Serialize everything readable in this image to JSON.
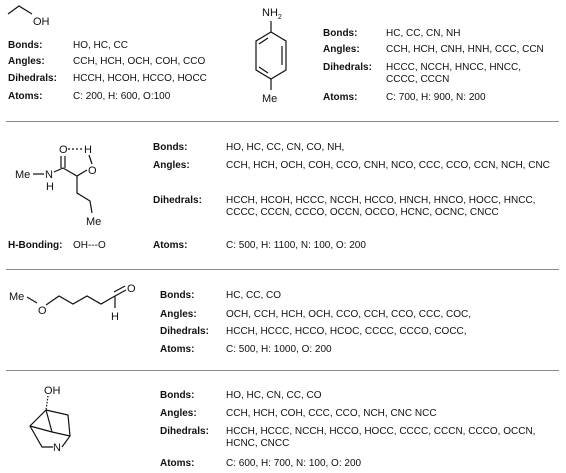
{
  "labels": {
    "bonds": "Bonds:",
    "angles": "Angles:",
    "dihedrals": "Dihedrals:",
    "atoms": "Atoms:",
    "h_bonding": "H-Bonding:"
  },
  "molecules": [
    {
      "structure_text": {
        "oh": "OH"
      },
      "bonds": "HO, HC, CC",
      "angles": "CCH, HCH, OCH, COH, CCO",
      "dihedrals": "HCCH, HCOH, HCCO, HOCC",
      "atoms": "C: 200, H: 600, O:100"
    },
    {
      "structure_text": {
        "nh2": "NH",
        "nh2_sub": "2",
        "me": "Me"
      },
      "bonds": "HC, CC, CN, NH",
      "angles": "CCH, HCH, CNH, HNH, CCC, CCN",
      "dihedrals": "HCCC, NCCH, HNCC, HNCC, CCCC, CCCN",
      "atoms": "C: 700, H: 900, N: 200"
    },
    {
      "structure_text": {
        "o1": "O",
        "h": "H",
        "o2": "O",
        "me_left": "Me",
        "n": "N",
        "h_n": "H",
        "me_right": "Me"
      },
      "bonds": "HO, HC, CC, CN, CO, NH,",
      "angles": "CCH, HCH, OCH, COH, CCO, CNH, NCO, CCC, CCO, CCN, NCH, CNC",
      "dihedrals": "HCCH, HCOH, HCCC, NCCH, HCCO, HNCH, HNCO, HOCC, HNCC, CCCC, CCCN, CCCO, OCCN, OCCO, HCNC, OCNC, CNCC",
      "h_bonding": "OH---O",
      "atoms": "C: 500, H: 1100, N: 100, O: 200"
    },
    {
      "structure_text": {
        "me": "Me",
        "o_ether": "O",
        "o_carbonyl": "O",
        "h": "H"
      },
      "bonds": "HC, CC, CO",
      "angles": "OCH, CCH, HCH, OCH, CCO, CCH, CCO, CCC, COC,",
      "dihedrals": "HCCH, HCCC, HCCO, HCOC, CCCC, CCCO, COCC,",
      "atoms": "C: 500, H: 1000, O: 200"
    },
    {
      "structure_text": {
        "oh": "OH",
        "n": "N"
      },
      "bonds": "HO, HC, CN, CC, CO",
      "angles": "CCH, HCH, COH, CCC, CCO, NCH, CNC NCC",
      "dihedrals": "HCCH, HCCC, NCCH, HCCO, HOCC, CCCC, CCCN, CCCO, OCCN, HCNC, CNCC",
      "atoms": "C: 600, H: 700, N: 100, O: 200"
    }
  ]
}
